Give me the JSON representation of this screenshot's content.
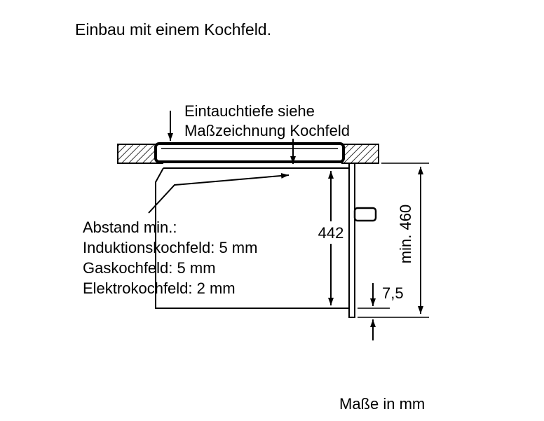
{
  "title": "Einbau mit einem Kochfeld.",
  "note_immersion": {
    "line1": "Eintauchtiefe siehe",
    "line2": "Maßzeichnung Kochfeld"
  },
  "note_clearance": {
    "line1": "Abstand min.:",
    "line2": "Induktionskochfeld: 5 mm",
    "line3": "Gaskochfeld: 5 mm",
    "line4": "Elektrokochfeld: 2 mm"
  },
  "dimensions": {
    "oven_height": "442",
    "niche_min_height": "min. 460",
    "bottom_clearance": "7,5"
  },
  "footer": "Maße in mm",
  "colors": {
    "line": "#000000",
    "background": "#ffffff"
  }
}
